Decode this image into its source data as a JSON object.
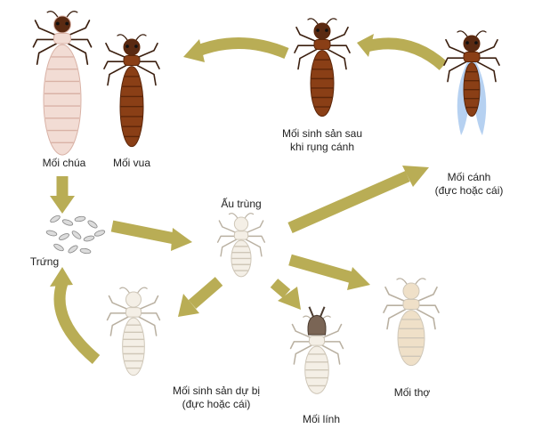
{
  "diagram": {
    "palette": {
      "arrow": "#b9ad55",
      "queen_abdomen": "#f2dcd4",
      "queen_stripe": "#d9b2a6",
      "reproductive_body": "#8a3f16",
      "reproductive_stripe": "#5c2609",
      "head_dark": "#5a2a12",
      "wing": "#a9c9ee",
      "pale_body": "#f4efe6",
      "pale_stripe": "#cfc7b8",
      "soldier_head": "#7a6555",
      "worker_body": "#efe0c8",
      "leg_dark": "#3b1f0f",
      "leg_pale": "#b9b0a1"
    },
    "nodes": {
      "queen": {
        "label": "Mối chúa",
        "icon": "queen-termite-icon"
      },
      "king": {
        "label": "Mối vua",
        "icon": "king-termite-icon"
      },
      "secondary": {
        "label_1": "Mối sinh sản sau",
        "label_2": "khi rụng cánh",
        "icon": "dealate-reproductive-icon"
      },
      "alate": {
        "label_1": "Mối cánh",
        "label_2": "(đực hoặc cái)",
        "icon": "winged-termite-icon"
      },
      "eggs": {
        "label": "Trứng",
        "icon": "eggs-icon"
      },
      "nymph": {
        "label": "Ấu trùng",
        "icon": "nymph-termite-icon"
      },
      "supplementary": {
        "label_1": "Mối sinh sản dự bị",
        "label_2": "(đực hoặc cái)",
        "icon": "supplementary-reproductive-icon"
      },
      "soldier": {
        "label": "Mối lính",
        "icon": "soldier-termite-icon"
      },
      "worker": {
        "label": "Mối thợ",
        "icon": "worker-termite-icon"
      }
    }
  }
}
